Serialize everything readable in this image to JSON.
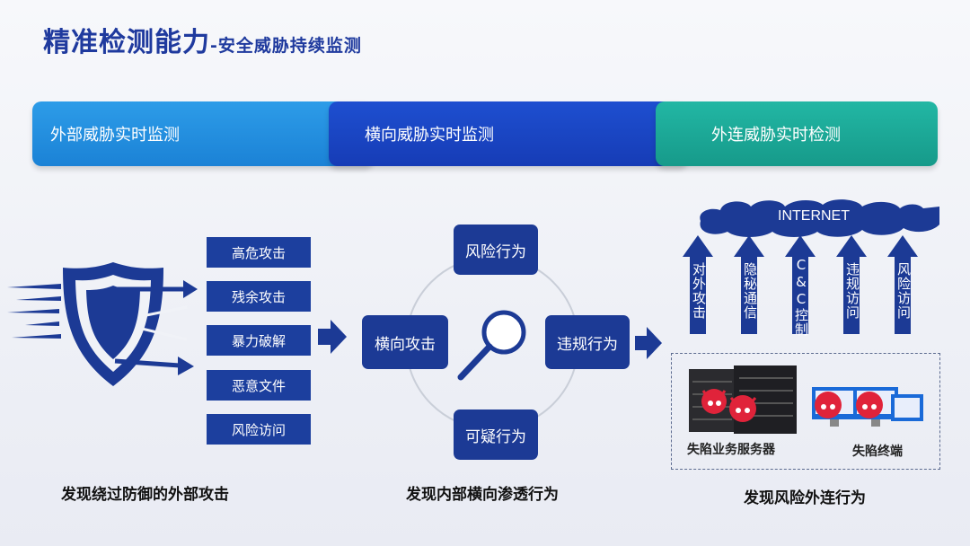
{
  "title": {
    "main": "精准检测能力",
    "sub": "-安全威胁持续监测"
  },
  "bands": [
    {
      "label": "外部威胁实时监测",
      "color": "#2290e0"
    },
    {
      "label": "横向威胁实时监测",
      "color": "#1a45c4"
    },
    {
      "label": "外连威胁实时检测",
      "color": "#1cab98"
    }
  ],
  "left_panel": {
    "attacks": [
      "高危攻击",
      "残余攻击",
      "暴力破解",
      "恶意文件",
      "风险访问"
    ],
    "caption": "发现绕过防御的外部攻击"
  },
  "middle_panel": {
    "top": "风险行为",
    "left": "横向攻击",
    "right": "违规行为",
    "bottom": "可疑行为",
    "caption": "发现内部横向渗透行为"
  },
  "right_panel": {
    "cloud_label": "INTERNET",
    "arrows": [
      "对外攻击",
      "隐秘通信",
      "C&C控制",
      "违规访问",
      "风险访问"
    ],
    "server_label": "失陷业务服务器",
    "terminal_label": "失陷终端",
    "caption": "发现风险外连行为"
  },
  "colors": {
    "primary": "#1c3a95",
    "title": "#1f3a9e"
  }
}
